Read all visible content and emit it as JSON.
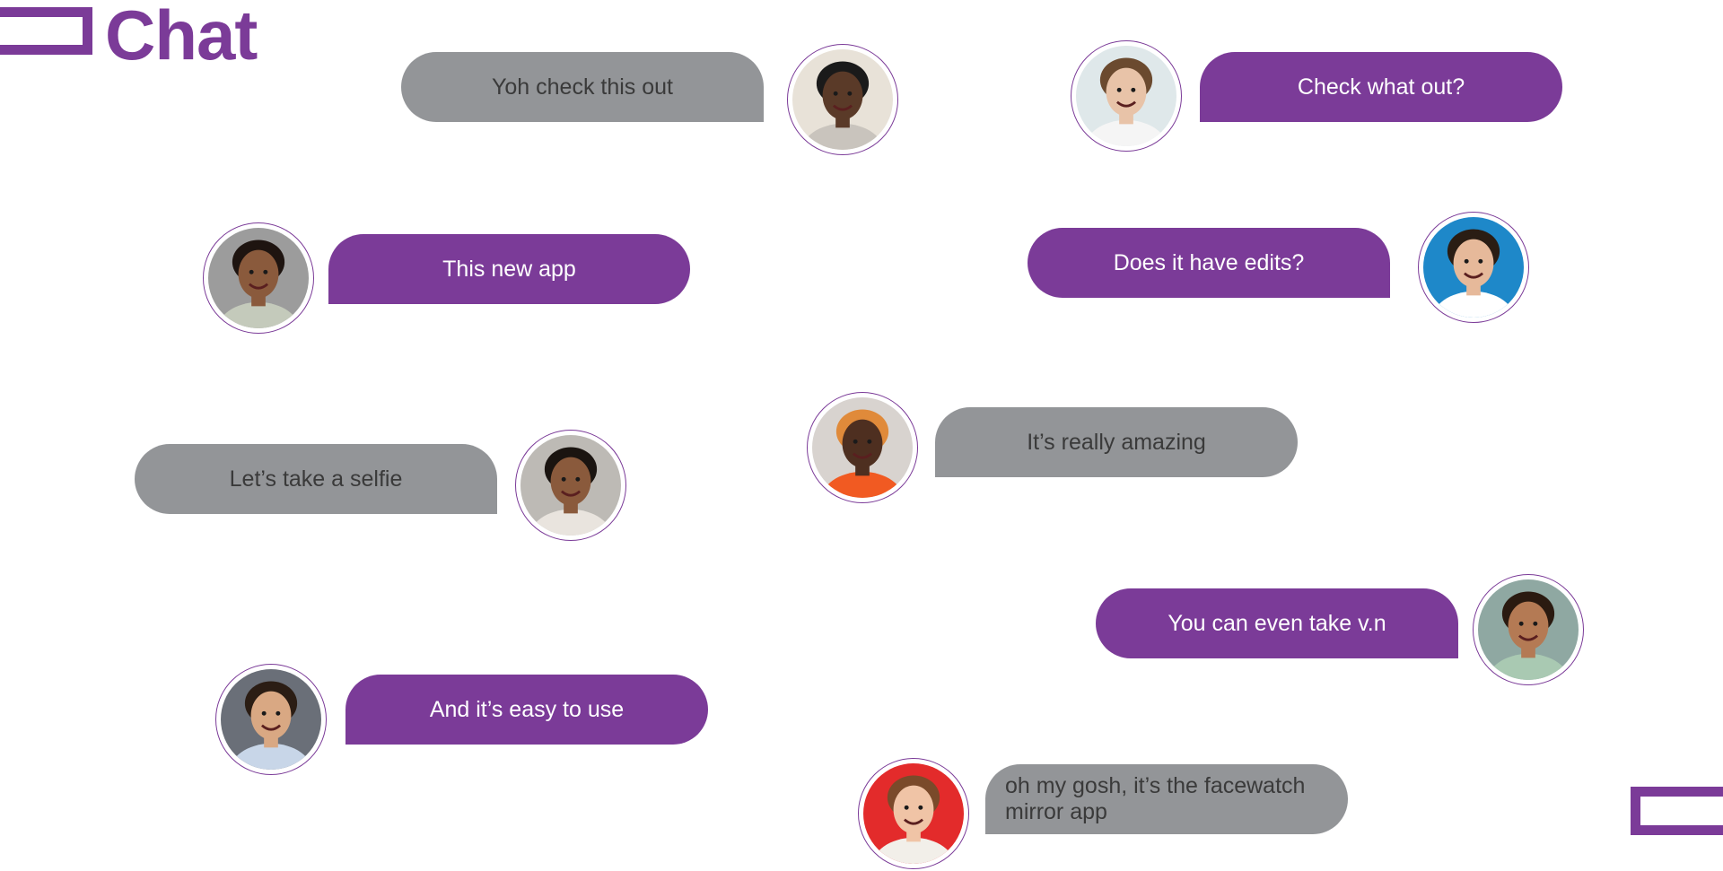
{
  "header": {
    "title": "Chat"
  },
  "messages": [
    {
      "text": "Yoh check this out",
      "style": "gray",
      "avatar": "man-glasses-laughing-avatar",
      "colors": {
        "bg": "#e8e2d8",
        "skin": "#5a3a28",
        "hair": "#1a1a1a",
        "shirt": "#c9c4bd"
      }
    },
    {
      "text": "Check what out?",
      "style": "purple",
      "avatar": "woman-glasses-smiling-avatar",
      "colors": {
        "bg": "#dfe8ea",
        "skin": "#e8c3a8",
        "hair": "#6b4a2f",
        "shirt": "#f5f5f5"
      }
    },
    {
      "text": "This new app",
      "style": "purple",
      "avatar": "man-smiling-avatar",
      "colors": {
        "bg": "#9c9c9c",
        "skin": "#8a5a3c",
        "hair": "#1e1410",
        "shirt": "#c4cabb"
      }
    },
    {
      "text": "Does it have edits?",
      "style": "purple",
      "avatar": "man-glasses-blue-background-avatar",
      "colors": {
        "bg": "#1e88c9",
        "skin": "#e6b99a",
        "hair": "#2a1d14",
        "shirt": "#ffffff"
      }
    },
    {
      "text": "It’s really amazing",
      "style": "gray",
      "avatar": "man-hat-red-glasses-avatar",
      "colors": {
        "bg": "#d8d3cf",
        "skin": "#4e2f20",
        "hair": "#e08a3a",
        "shirt": "#f15a22"
      }
    },
    {
      "text": "Let’s take a selfie",
      "style": "gray",
      "avatar": "woman-curly-hair-avatar",
      "colors": {
        "bg": "#bdbab5",
        "skin": "#8a5a3c",
        "hair": "#1a1410",
        "shirt": "#e9e4de"
      }
    },
    {
      "text": "You can even take v.n",
      "style": "purple",
      "avatar": "woman-curly-bun-laughing-avatar",
      "colors": {
        "bg": "#8fa8a2",
        "skin": "#b47a54",
        "hair": "#2a1a10",
        "shirt": "#a9c9b2"
      }
    },
    {
      "text": "And it’s easy to use",
      "style": "purple",
      "avatar": "man-beard-laughing-avatar",
      "colors": {
        "bg": "#6a6f78",
        "skin": "#d9a883",
        "hair": "#2b1d14",
        "shirt": "#c8d6e8"
      }
    },
    {
      "text": "oh my gosh, it’s the facewatch mirror app",
      "style": "gray",
      "avatar": "woman-surprised-red-background-avatar",
      "colors": {
        "bg": "#e32b2b",
        "skin": "#f0c4a6",
        "hair": "#7a4a2a",
        "shirt": "#f2efe9"
      }
    }
  ],
  "accent_color": "#7b3b98",
  "bubble_gray": "#939598"
}
